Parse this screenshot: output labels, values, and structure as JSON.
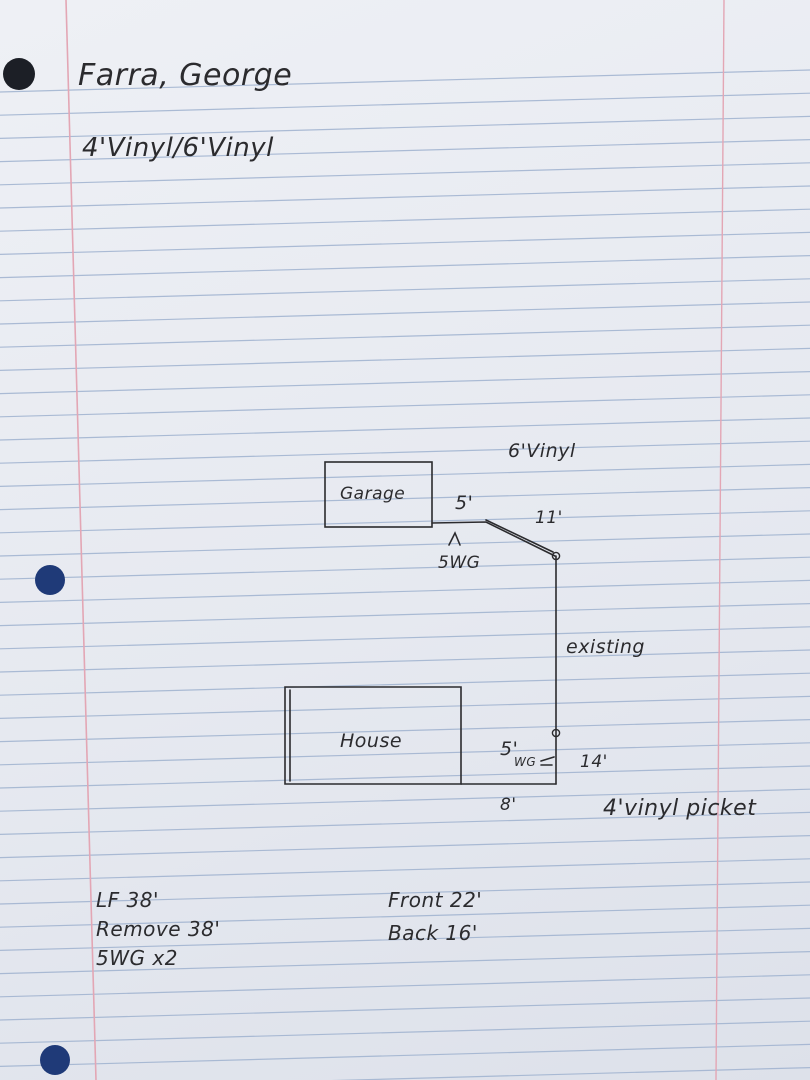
{
  "header": {
    "client_name": "Farra, George",
    "fence_types": "4'Vinyl/6'Vinyl"
  },
  "diagram": {
    "garage_label": "Garage",
    "house_label": "House",
    "top_fence_type": "6'Vinyl",
    "gate_top_width": "5'",
    "gate_top_label": "5WG",
    "top_segment_length": "11'",
    "side_label": "existing",
    "gate_bottom_width": "5'",
    "gate_bottom_label": "WG",
    "side_segment_length": "14'",
    "bottom_segment_length": "8'",
    "bottom_fence_type": "4'vinyl picket"
  },
  "notes": {
    "linear_feet": "LF 38'",
    "remove": "Remove 38'",
    "walk_gates": "5WG x2",
    "front": "Front 22'",
    "back": "Back 16'"
  },
  "colors": {
    "paper": "#e9ecf2",
    "rule_line": "#9fb2cf",
    "margin_line": "#e3a6b4",
    "ink": "#2b2b2e"
  }
}
